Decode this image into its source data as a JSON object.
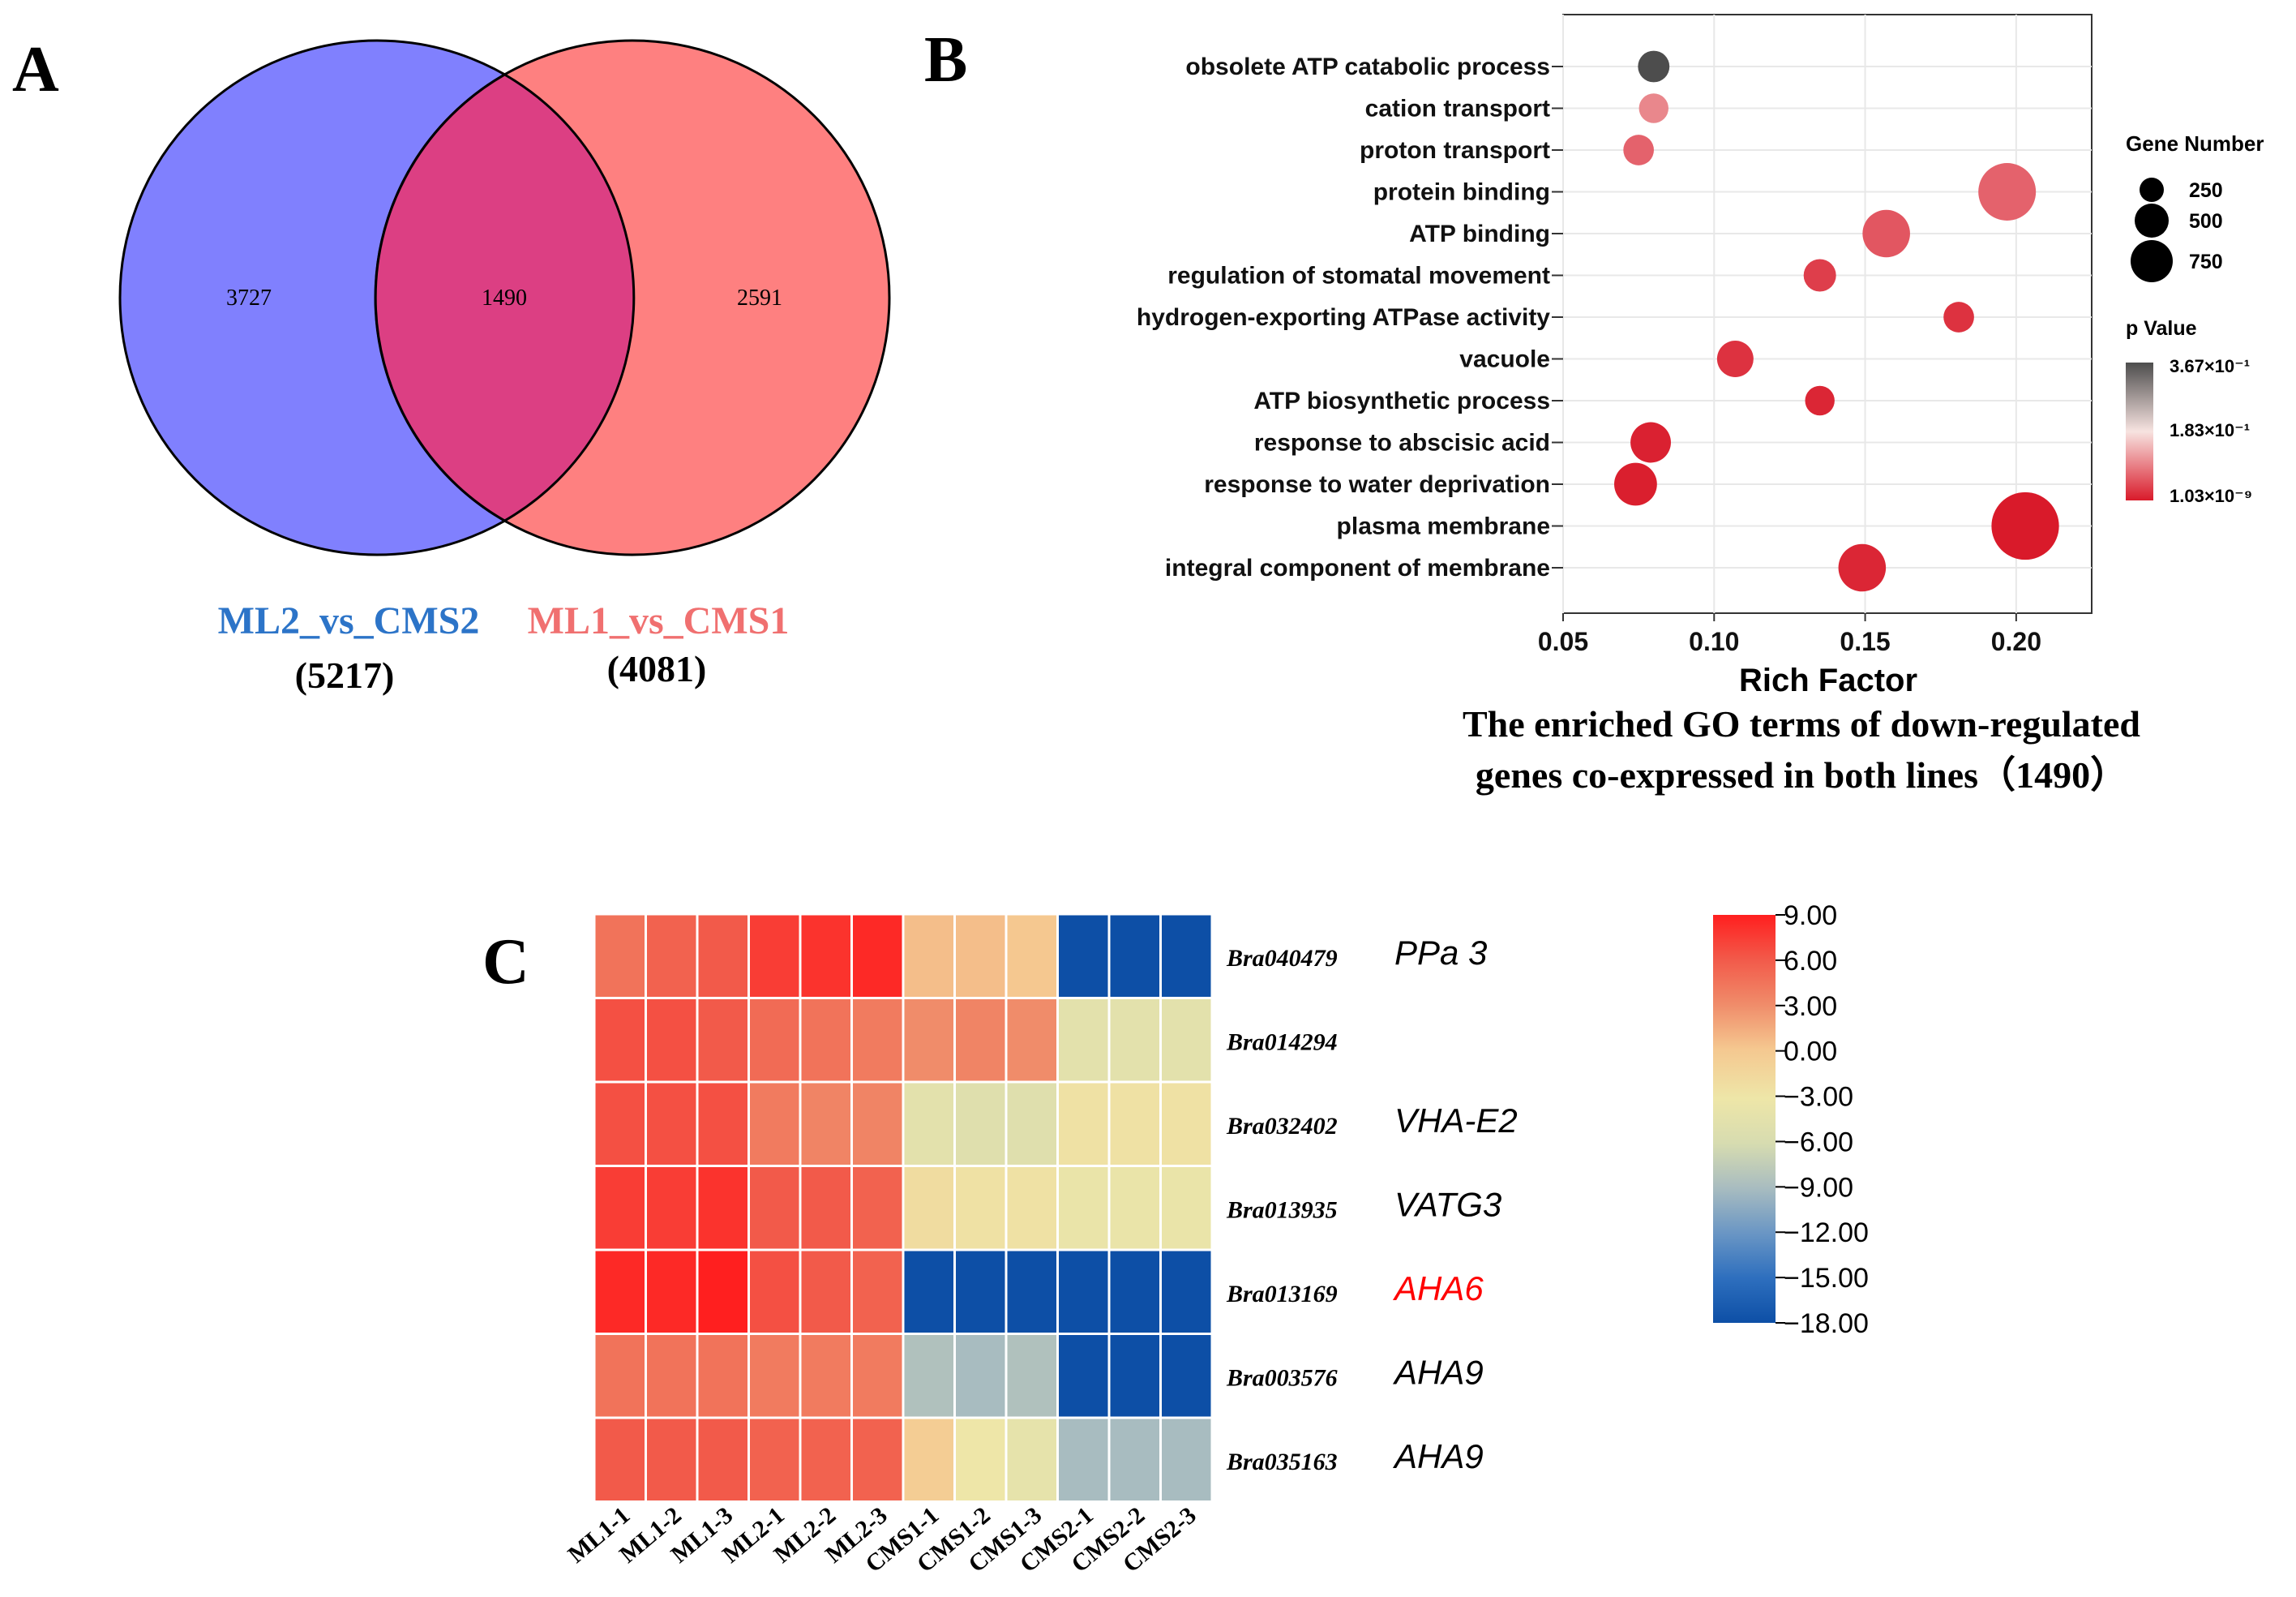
{
  "panel_labels": [
    "A",
    "B",
    "C"
  ],
  "chart_data": [
    {
      "type": "venn",
      "sets": [
        {
          "name": "ML2_vs_CMS2",
          "total": "(5217)",
          "only": 3727,
          "color": "#8080fe"
        },
        {
          "name": "ML1_vs_CMS1",
          "total": "(4081)",
          "only": 2591,
          "color": "#fe8080"
        }
      ],
      "intersection": 1490,
      "intersection_color": "#dc3f83",
      "label_colors": [
        "#2c74c8",
        "#f07070"
      ]
    },
    {
      "type": "scatter",
      "categories": [
        "obsolete ATP catabolic process",
        "cation transport",
        "proton transport",
        "protein binding",
        "ATP binding",
        "regulation of stomatal movement",
        "hydrogen-exporting ATPase activity",
        "vacuole",
        "ATP biosynthetic process",
        "response to abscisic acid",
        "response to water deprivation",
        "plasma membrane",
        "integral component of membrane"
      ],
      "rich_factor": [
        0.08,
        0.08,
        0.075,
        0.197,
        0.157,
        0.135,
        0.181,
        0.107,
        0.135,
        0.079,
        0.074,
        0.203,
        0.149
      ],
      "gene_number": [
        90,
        70,
        80,
        580,
        340,
        100,
        80,
        150,
        70,
        210,
        250,
        880,
        340
      ],
      "p_value_color": [
        1.0,
        0.45,
        0.3,
        0.3,
        0.25,
        0.15,
        0.1,
        0.1,
        0.05,
        0.03,
        0.02,
        0.0,
        0.05
      ],
      "xlim": [
        0.05,
        0.225
      ],
      "xticks": [
        "0.05",
        "0.10",
        "0.15",
        "0.20"
      ],
      "xlabel": "Rich Factor",
      "caption_lines": [
        "The enriched GO terms of down-regulated",
        "genes co-expressed in both lines（1490）"
      ],
      "size_legend": {
        "title": "Gene Number",
        "values": [
          250,
          500,
          750
        ]
      },
      "color_legend": {
        "title": "p Value",
        "labels": [
          "3.67×10⁻¹",
          "1.83×10⁻¹",
          "1.03×10⁻⁹"
        ]
      }
    },
    {
      "type": "heatmap",
      "columns": [
        "ML1-1",
        "ML1-2",
        "ML1-3",
        "ML2-1",
        "ML2-2",
        "ML2-3",
        "CMS1-1",
        "CMS1-2",
        "CMS1-3",
        "CMS2-1",
        "CMS2-2",
        "CMS2-3"
      ],
      "rows": [
        {
          "gene": "Bra040479",
          "name": "PPa 3",
          "name_color": "#000000",
          "values": [
            4.5,
            5.5,
            6.0,
            7.5,
            8.0,
            8.5,
            0.5,
            0.5,
            0.0,
            -18,
            -18,
            -18
          ]
        },
        {
          "gene": "Bra014294",
          "name": "",
          "name_color": "#000000",
          "values": [
            6.5,
            6.5,
            6.0,
            5.0,
            4.5,
            4.0,
            3.0,
            3.5,
            3.0,
            -4.5,
            -4.5,
            -4.5
          ]
        },
        {
          "gene": "Bra032402",
          "name": "VHA-E2",
          "name_color": "#000000",
          "values": [
            6.5,
            6.5,
            6.5,
            4.0,
            3.5,
            3.5,
            -4.5,
            -5.0,
            -5.0,
            -2.5,
            -2.5,
            -2.5
          ]
        },
        {
          "gene": "Bra013935",
          "name": "VATG3",
          "name_color": "#000000",
          "values": [
            7.5,
            7.5,
            8.0,
            6.0,
            6.0,
            5.5,
            -2.0,
            -2.5,
            -2.5,
            -3.5,
            -3.5,
            -3.5
          ]
        },
        {
          "gene": "Bra013169",
          "name": "AHA6",
          "name_color": "#ff0000",
          "values": [
            8.5,
            8.5,
            9.0,
            6.5,
            6.0,
            5.5,
            -18,
            -18,
            -18,
            -18,
            -18,
            -18
          ]
        },
        {
          "gene": "Bra003576",
          "name": "AHA9",
          "name_color": "#000000",
          "values": [
            4.5,
            4.5,
            4.5,
            4.0,
            4.0,
            4.0,
            -8.5,
            -9.0,
            -8.5,
            -18,
            -18,
            -18
          ]
        },
        {
          "gene": "Bra035163",
          "name": "AHA9",
          "name_color": "#000000",
          "values": [
            6.0,
            6.0,
            6.0,
            5.5,
            5.5,
            5.5,
            -0.5,
            -3.0,
            -4.0,
            -9.0,
            -9.0,
            -9.0
          ]
        }
      ],
      "scale_labels": [
        "9.00",
        "6.00",
        "3.00",
        "0.00",
        "−3.00",
        "−6.00",
        "−9.00",
        "−12.00",
        "−15.00",
        "−18.00"
      ],
      "scale_range": [
        -18,
        9
      ]
    }
  ]
}
